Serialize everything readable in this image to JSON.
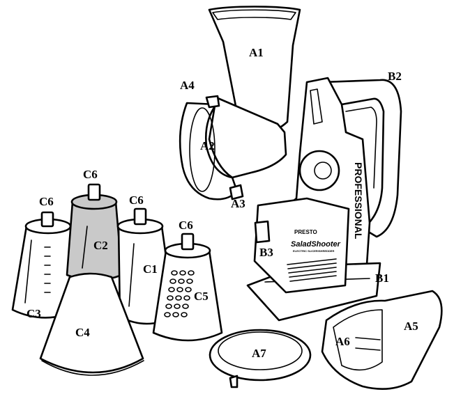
{
  "labels": {
    "A1": "A1",
    "A2": "A2",
    "A3": "A3",
    "A4": "A4",
    "A5": "A5",
    "A6": "A6",
    "A7": "A7",
    "B1": "B1",
    "B2": "B2",
    "B3": "B3",
    "C1": "C1",
    "C2": "C2",
    "C3": "C3",
    "C4": "C4",
    "C5": "C5",
    "C6": [
      "C6",
      "C6",
      "C6",
      "C6"
    ]
  },
  "product": {
    "side_text": "PROFESSIONAL",
    "maker": "PRESTO",
    "model": "SaladShooter",
    "tagline": "ELECTRIC SLICER/SHREDDER"
  }
}
